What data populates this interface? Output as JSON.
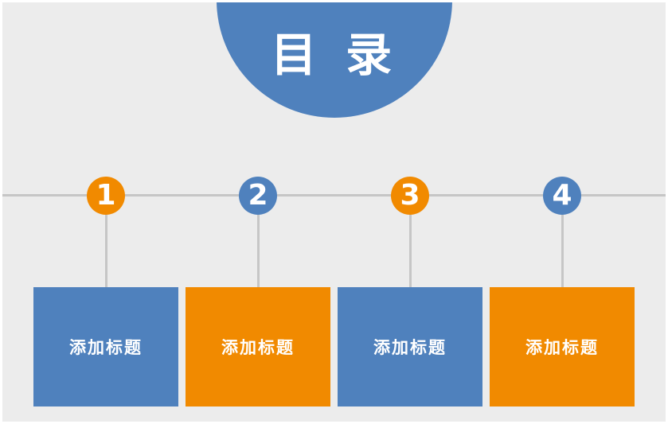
{
  "slide": {
    "title": "目 录",
    "colors": {
      "blue": "#4f81bd",
      "orange": "#f18a00",
      "background": "#ececec",
      "line": "#c6c6c6",
      "text": "#ffffff"
    },
    "items": [
      {
        "number": "1",
        "label": "添加标题",
        "circle_color": "#f18a00",
        "box_color": "#4f81bd"
      },
      {
        "number": "2",
        "label": "添加标题",
        "circle_color": "#4f81bd",
        "box_color": "#f18a00"
      },
      {
        "number": "3",
        "label": "添加标题",
        "circle_color": "#f18a00",
        "box_color": "#4f81bd"
      },
      {
        "number": "4",
        "label": "添加标题",
        "circle_color": "#4f81bd",
        "box_color": "#f18a00"
      }
    ]
  }
}
